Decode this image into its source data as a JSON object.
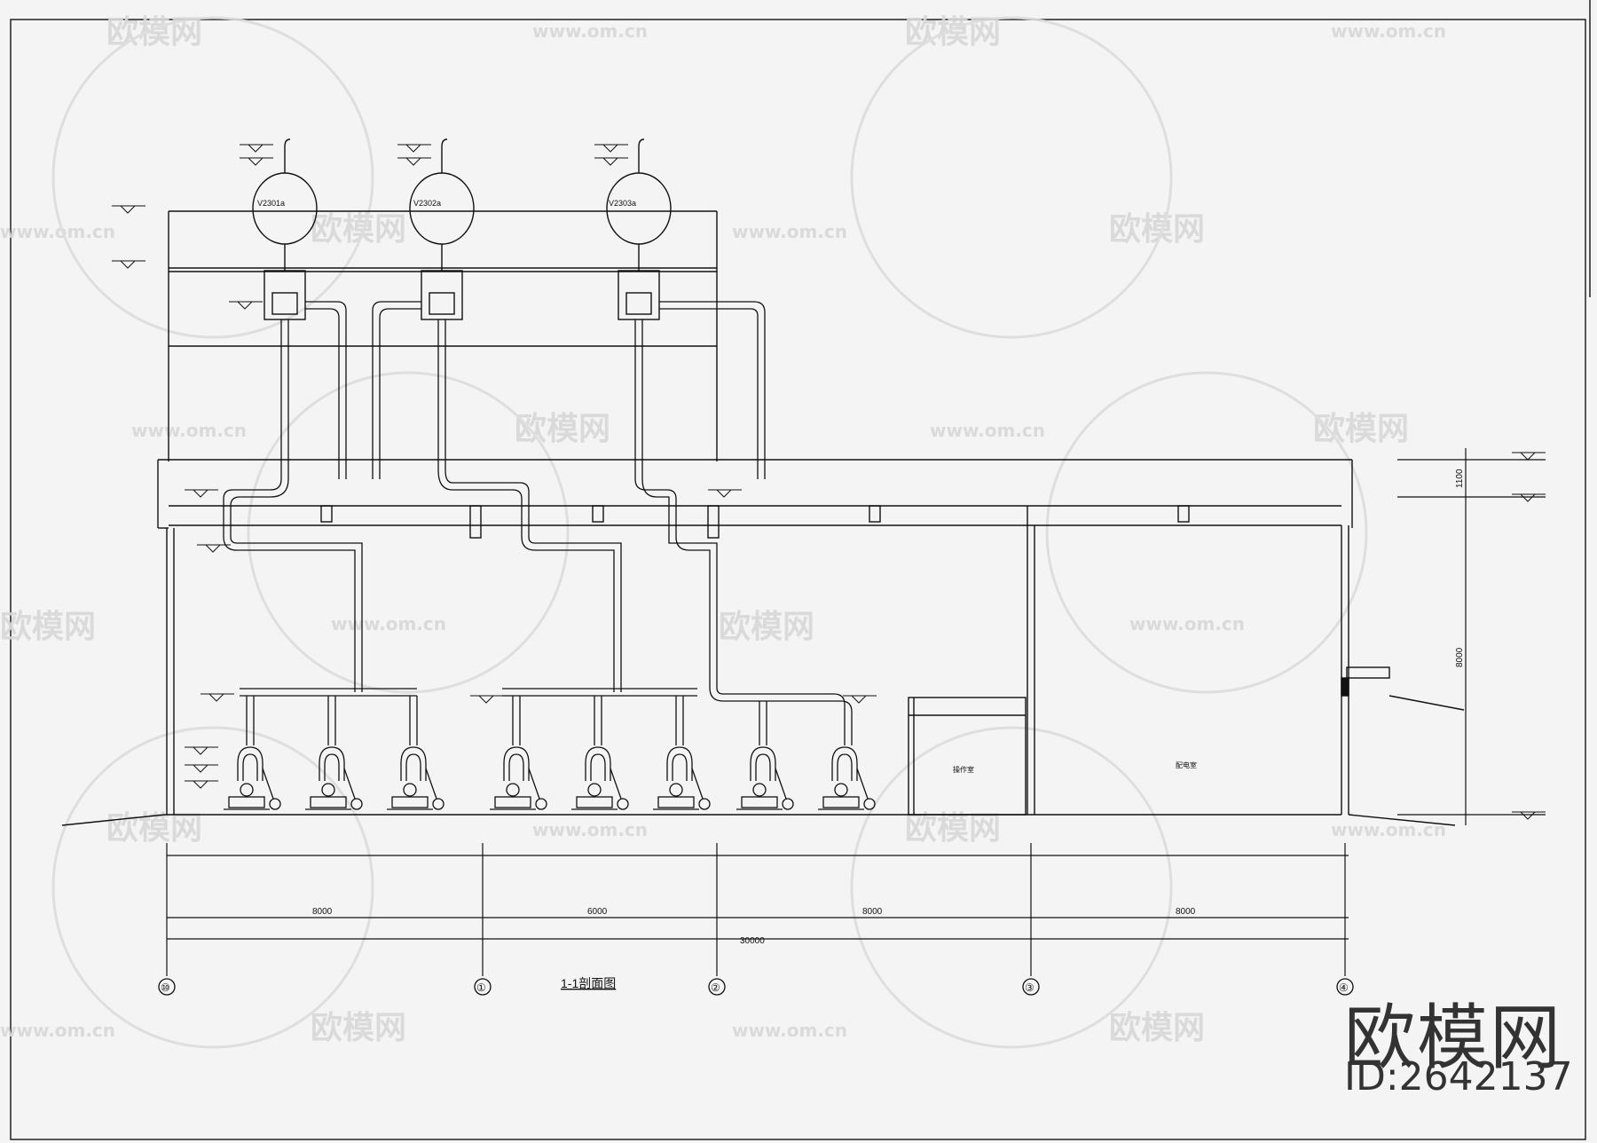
{
  "watermark": {
    "brand": "欧模网",
    "url": "www.om.cn"
  },
  "vessels": [
    "V2301a",
    "V2302a",
    "V2303a"
  ],
  "rooms": {
    "left": "操作室",
    "right": "配电室"
  },
  "dimensions": {
    "spans": [
      "8000",
      "6000",
      "8000",
      "8000"
    ],
    "total": "30000",
    "height_upper": "1100",
    "height_main": "8000"
  },
  "axes": [
    "⑩",
    "①",
    "②",
    "③",
    "④"
  ],
  "section_title": "1-1剖面图",
  "id_label": "ID:2642137"
}
